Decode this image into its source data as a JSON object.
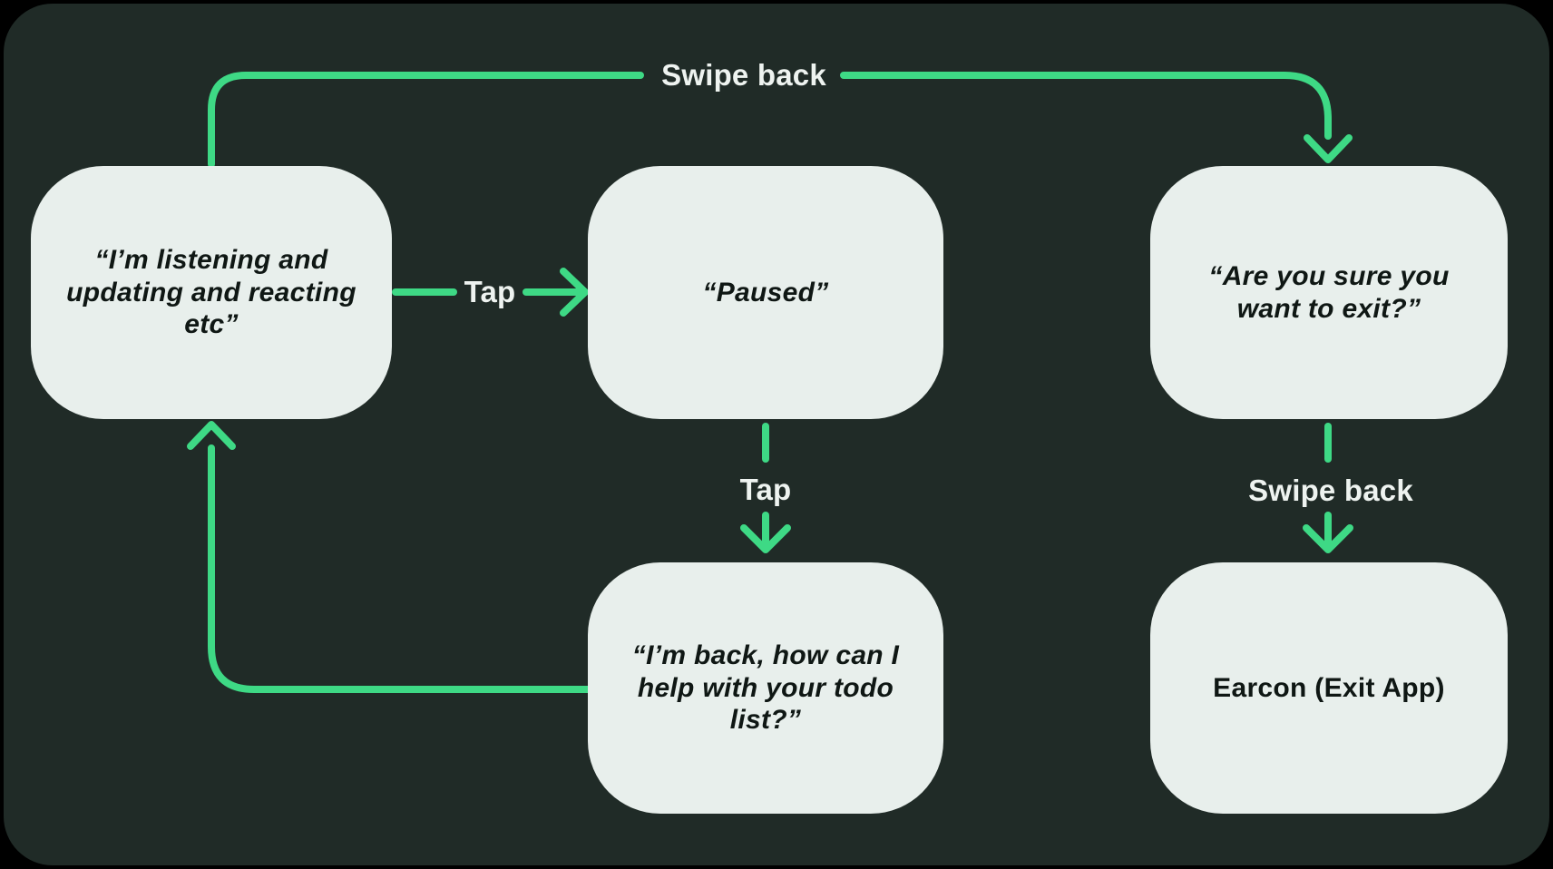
{
  "theme": {
    "page_bg": "#000000",
    "panel_bg": "#202b27",
    "node_bg": "#e8efec",
    "node_text": "#0f1714",
    "accent": "#3ed985",
    "label_text": "#eef3f0"
  },
  "diagram": {
    "nodes": {
      "listening": {
        "text": "“I’m listening and\nupdating and reacting\netc”"
      },
      "paused": {
        "text": "“Paused”"
      },
      "exit_confirm": {
        "text": "“Are you sure you\nwant to exit?”"
      },
      "back": {
        "text": "“I’m back, how can I\nhelp with your todo\nlist?”"
      },
      "earcon": {
        "text": "Earcon (Exit App)"
      }
    },
    "edge_labels": {
      "swipe_back_top": "Swipe back",
      "tap_pause": "Tap",
      "tap_resume": "Tap",
      "swipe_back_exit": "Swipe back"
    }
  }
}
